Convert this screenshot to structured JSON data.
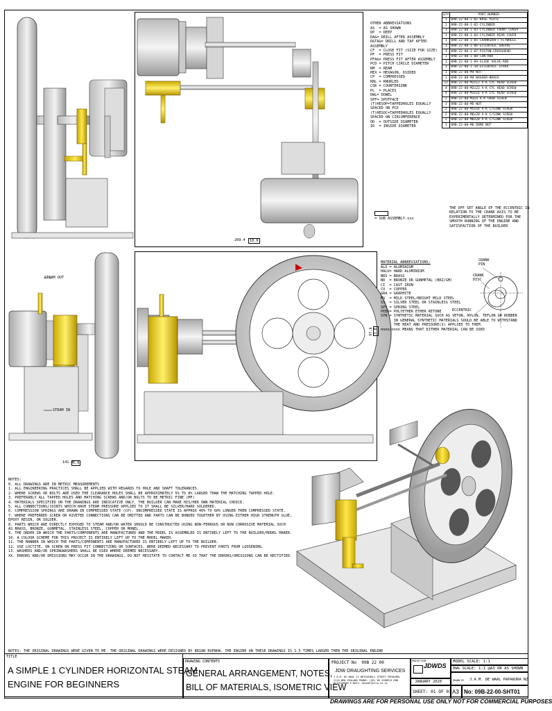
{
  "bom": {
    "header_qty": "QTY",
    "header_part": "PART NUMBER",
    "rows": [
      {
        "qty": "1",
        "part": "09B-22-00-1-01-BASE PLATE"
      },
      {
        "qty": "1",
        "part": "09B-22-00-1-02-CYLINDER"
      },
      {
        "qty": "1",
        "part": "09B-22-00-1-03-CYLINDER FRONT COVER"
      },
      {
        "qty": "1",
        "part": "09B-22-00-1-04-CYLINDER REAR COVER"
      },
      {
        "qty": "1",
        "part": "09B-22-00-1-05-CRANKSHAFT-FLYWHEEL"
      },
      {
        "qty": "1",
        "part": "09B-22-00-1-06-ECCENTRIC SHEAVE"
      },
      {
        "qty": "1",
        "part": "09B-22-00-1-07-PISTON-CROSSHEAD"
      },
      {
        "qty": "1",
        "part": "09B-22-00-1-08-CON-ROD"
      },
      {
        "qty": "1",
        "part": "09B-22-00-1-09-SLIDE VALVE-ROD"
      },
      {
        "qty": "1",
        "part": "09B-22-00-1-10-ECCENTRIC STRAP"
      },
      {
        "qty": "1",
        "part": "09B-22-00-M4 NUT"
      },
      {
        "qty": "1",
        "part": "09B-22-00-M4 WASHER-BRASS"
      },
      {
        "qty": "12",
        "part": "09B-22-00-M2x12 A-K CYL HEAD SCREW"
      },
      {
        "qty": "4",
        "part": "09B-22-00-M2x22 A-K CYL HEAD SCREW"
      },
      {
        "qty": "4",
        "part": "09B-22-00-M3x16 A-K CYL HEAD SCREW"
      },
      {
        "qty": "2",
        "part": "09B-22-00-M3x4 A-K GRUB SCREW"
      },
      {
        "qty": "1",
        "part": "09B-22-00-M5 NUT"
      },
      {
        "qty": "2",
        "part": "09B-22-00-M5x44 A-K C/SINK SCREW"
      },
      {
        "qty": "2",
        "part": "09B-22-00-M6x20 A-K C/SINK SCREW"
      },
      {
        "qty": "2",
        "part": "09B-22-00-M6x28 A-K C/SINK SCREW"
      },
      {
        "qty": "1",
        "part": "09B-22-00-M6 DOME NUT"
      }
    ]
  },
  "abbrev": {
    "title": "OTHER ABBREVIATIONS",
    "lines": [
      "AS  = AS SHOWN",
      "DP  = DEEP",
      "DA&= DRILL AFTER ASSEMBLY",
      "D&TA&= DRILL AND TAP AFTER",
      "ASSEMBLY",
      "CF  = CLOSE FIT (SIZE FOR SIZE)",
      "PF  = PRESS FIT",
      "PFA&= PRESS FIT AFTER ASSEMBLY",
      "PCD = PITCH CIRCLE DIAMETER",
      "RM  = REAM",
      "HEX = HEXAGON, 6SIDED",
      "CP  = COMPRESSED",
      "KNL = KNURLED",
      "CSK = COUNTERSINK",
      "PL  = PLACES",
      "DWL= DOWEL",
      "SPF= SPOTFACE",
      "(T)HESOP=TAPPEDHOLES EQUALLY",
      "SPACED ON PCD",
      "(T)HESOC=TAPPEDHOLES EQUALLY",
      "SPACED ON CIRCUMFERENCE",
      "OD  = OUTSIDE DIAMETER",
      "ID  = INSIDE DIAMETER"
    ],
    "sub_assembly": "= SUB ASSEMBLY-xxx"
  },
  "eccentric_note": "THE OFF SET ANGLE OF THE ECCENTRIC IN\nRELATION TO THE CRANK AXIS TO BE\nEXPERIMENTALLY DETERMINED FOR THE\nSMOOTH RUNNING OF THE ENGINE AND\nSATISFACTION OF THE BUILDER",
  "material": {
    "title": "MATERIAL ABBREVIATIONS:",
    "lines": [
      "ALU = ALUMINIUM",
      "HALU= HARD ALUMINIUM",
      "BRS = BRASS",
      "BR  = BRONZE OR GUNMETAL (BRZ/GM)",
      "CI  = CAST IRON",
      "CU  = COPPER",
      "GRA = GRAPHITE",
      "MS  = MILD STEEL/BRIGHT MILD STEEL",
      "SS  = SILVER STEEL OR STAINLESS STEEL",
      "SPS = SPRING STEEL",
      "PEEK= POLYETHER ETHER KETONE",
      "SYN = SYNTHETIC MATERIAL SUCH AS VETON, NYLON, TEFLON OR RUBBER",
      "      IN GENERAL SYNTHETIC MATERIALS SOULD BE ABLE TO WITHSTAND",
      "      THE HEAT AND PRESSURE(S) APPLIED TO THEM.",
      "nnnn/nnnn MEANS THAT EITHER MATERIAL CAN BE USED"
    ]
  },
  "labels": {
    "crank_pin": "CRANK\nPIN",
    "crank_disc": "CRANK\nDISC",
    "eccentric": "ECCENTRIC",
    "steam_out": "STEAM OUT",
    "steam_in": "STEAM IN",
    "dim_top": "269.4",
    "dim_top_sub": "10.6",
    "dim_side": "141.8",
    "dim_side_sub": "5.6",
    "dim_vert": "97.6",
    "dim_vert_sub": "3.8"
  },
  "notes": {
    "title": "NOTES:",
    "lines": [
      "0. ALL DRAWINGS ARE IN METRIC MEASUREMENTS",
      "1. ALL ENGINEERING PRACTICES SHALL BE APPLIED WITH REGARDS TO HOLE AND SHAFT TOLERANCES.",
      "2. WHERE SCREWS OR BOLTS ARE USED THE CLEARANCE HOLES SHALL BE APPROXIMATELY 5% TO 8% LARGER THAN THE MATCHING TAPPED HOLE.",
      "3. PREFERABLY ALL TAPPED HOLES AND MATCHING SCREWS AND/OR BOLTS TO BE METRIC FINE (MF)",
      "4. MATERIALS SPECIFIED ON THE DRAWINGS ARE INDICATIVE ONLY. THE BUILDER CAN MAKE HIS/HER OWN MATERIAL CHOICE.",
      "5. ALL CONNECTIONS/JOINTS WHICH HAVE STEAM PRESSURE APPLIED TO IT SHALL BE SILVER/HARD SOLDERED.",
      "6. COMPRESSION SPRINGS ARE DRAWN IN COMPRESSED STATE (CP). UNCOMPRESSED STATE IS APPROX 40% TO 60% LONGER THEN COMPRESSED STATE.",
      "7. WHERE PREFERRED SCREW OR RIVETED CONNECTIONS CAN BE OMITTED AND PARTS CAN BE BONDED TOGETHER BY USING EITHER HIGH STRENGTH GLUE,",
      "EPOXY RESIN, OR SOLDER.",
      "8. PARTS WHICH ARE DIRECTLY EXPOSED TO STEAM AND/OR WATER SHOULD BE CONSTRUCTED USING NON-FERROUS OR NON CORROSIVE MATERIAL SUCH",
      "AS BRASS, BRONZE, GUNMETAL, STAINLESS STEEL, COPPER OR MONEL.",
      "9. THE ORDER IN WHICH THE PARTS/COMPONENTS ARE MANUFACTURED AND THE MODEL IS ASSEMBLED IS ENTIRELY LEFT TO THE BUILDER/MODEL MAKER.",
      "10. A COLOUR SCHEME FOR THIS PROJECT IS ENTIRELY LEFT UP TO THE MODEL MAKER.",
      "11. THE MANNER IN WHICH THE PARTS/COMPONENTS ARE MANUFACTURED IS ENTIRELY LEFT UP TO THE BUILDER.",
      "12. USE LOCTITE, ON SCREW OR PRESS FIT CONNECTIONS OR SURFACES, WERE DEEMED NECESSARY TO PREVENT PARTS FROM LOOSENING.",
      "13. WASHERS AND/OR SPRINGWASHERS SHALL BE USED WHERE DEEMED NECESSARY.",
      "XX. ERRORS AND/OR OMISSIONS MAY OCCUR IN THE DRAWINGS, DO NOT HESITATE TO CONTACT ME SO THAT THE ERRORS/OMISSIONS CAN BE RECTIFIED."
    ]
  },
  "footer_note": "NOTES: THE ORIGINAL DRAWINGS WERE GIVEN TO ME. THE ORIGINAL DRAWINGS WERE DESIGNED BY BRIAN RUPNOW. THE ENGINE ON THESE DRAWINGS IS 1.5 TIMES LARGER THEN THE ORIGINAL ENGINE",
  "title_block": {
    "title_label": "TITLE",
    "title_line1": "A SIMPLE 1 CYLINDER HORIZONTAL STEAM",
    "title_line2": "ENGINE FOR BEGINNERS",
    "contents_label": "DRAWING CONTENTS",
    "contents_line1": "GENERAL ARRANGEMENT, NOTES,",
    "contents_line2": "BILL OF MATERIALS, ISOMETRIC VIEW",
    "project": "PROJECT No  09B 22 00",
    "company": "JDW DRAUGHTING SERVICES",
    "address": "J.A.M. DE WAAL 12 BRIGHTWELL STREET PAPAKURA\n2110 NEW ZEALAND PHONE: (09) 09 2988915 MOB\n02191F0000 E-MAIL: dewaal@xtra.co.nz",
    "projection_label": "PROJECTION",
    "logo": "JDWDS",
    "date": "JANUARY 2020",
    "sheet": "SHEET: 01 OF 03",
    "size": "A3",
    "model_scale": "MODEL SCALE: 1:1",
    "dwg_scale": "DWG SCALE: 1:1 @A3 OR AS SHOWN",
    "drawn_label": "DRAWN BY",
    "drawn_by": "J.A.M. DE WAAL PAPAKURA NZ",
    "drawing_no": "No: 09B-22-00-SHT01"
  },
  "disclaimer": "DRAWINGS ARE FOR PERSONAL USE ONLY NOT FOR COMMERCIAL PURPOSES"
}
